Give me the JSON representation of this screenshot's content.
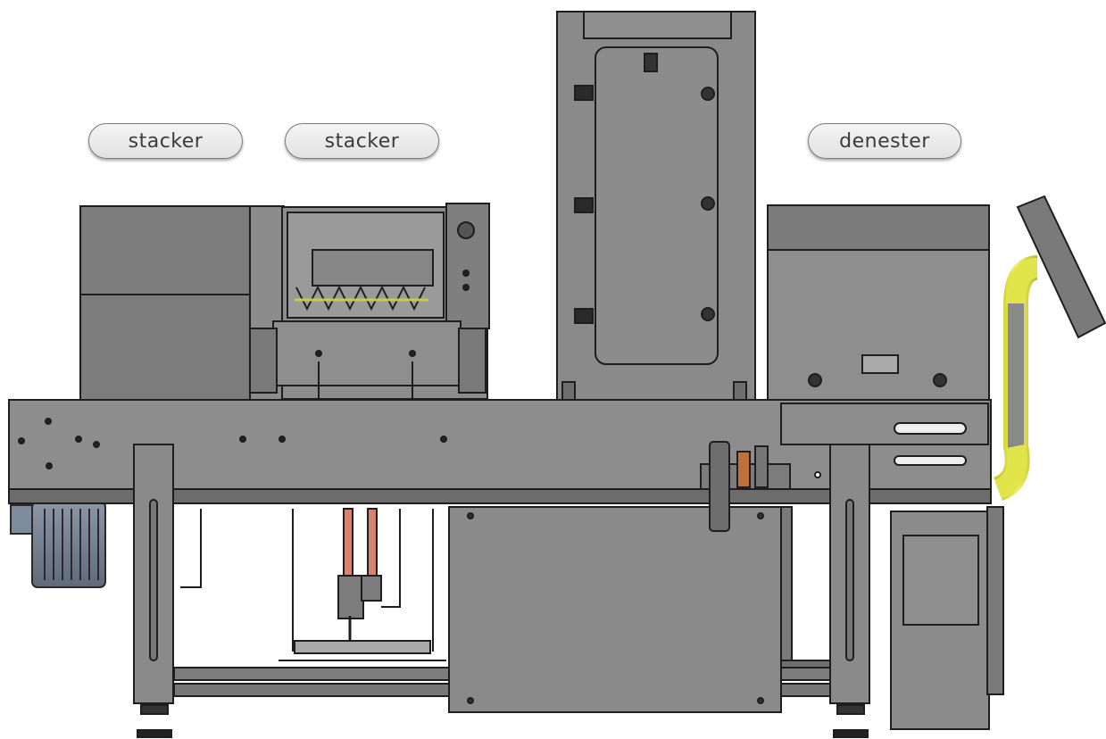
{
  "labels": {
    "stacker_left": "stacker",
    "stacker_right": "stacker",
    "denester": "denester"
  },
  "colors": {
    "machine_gray": "#8a8a8a",
    "dark_gray": "#6e6e6e",
    "outline": "#1e1e1e",
    "hose_yellow": "#e2e54a",
    "motor_blue": "#7f8c9e",
    "rod_red": "#d9826e"
  }
}
